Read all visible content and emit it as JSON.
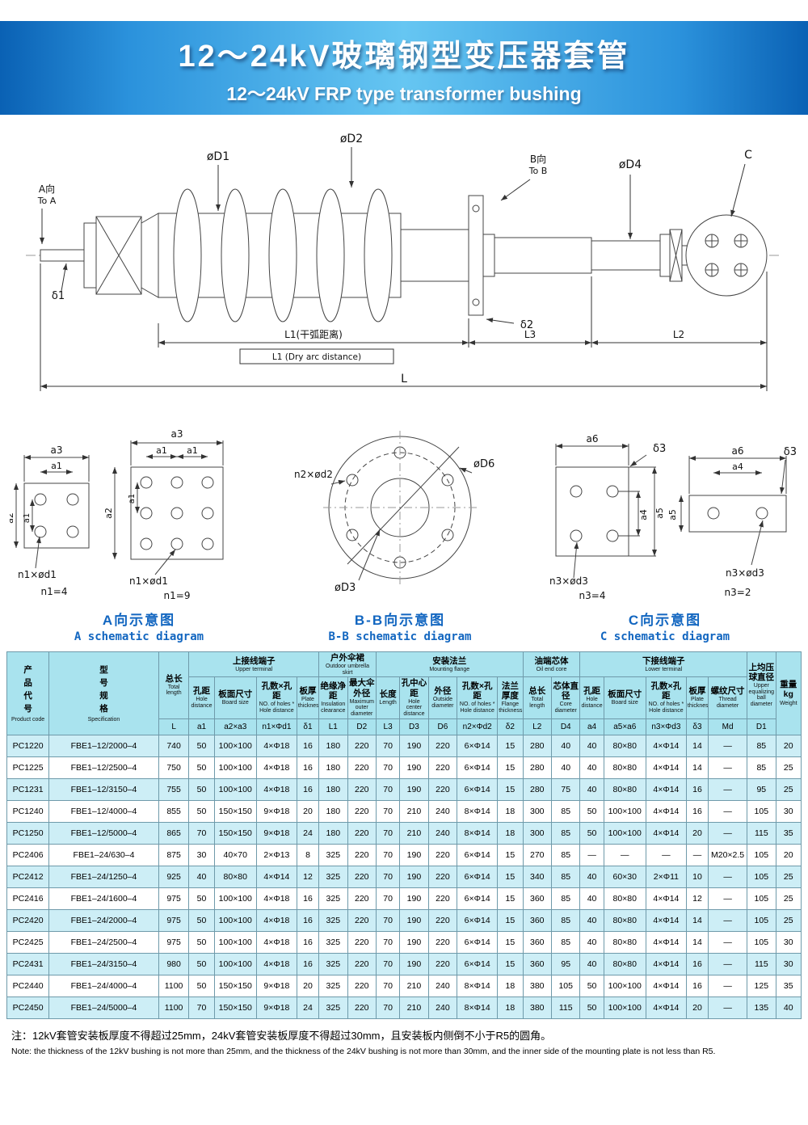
{
  "header": {
    "title_zh": "12～24kV玻璃钢型变压器套管",
    "title_en": "12～24kV FRP type transformer bushing"
  },
  "drawing": {
    "view_a": {
      "dir": "A向",
      "to": "To A"
    },
    "view_b": {
      "dir": "B向",
      "to": "To B"
    },
    "labels": {
      "d1": "øD1",
      "d2": "øD2",
      "d4": "øD4",
      "c": "C",
      "delta1": "δ1",
      "delta2": "δ2",
      "l1_zh": "L1(干弧距离)",
      "l1_en": "L1 (Dry arc distance)",
      "l3": "L3",
      "l2": "L2",
      "l": "L"
    }
  },
  "schematic_a": {
    "labels": {
      "a1": "a1",
      "a2": "a2",
      "a3": "a3",
      "holes": "n1×ød1",
      "count4": "n1=4",
      "count9": "n1=9"
    },
    "caption_zh": "A向示意图",
    "caption_en": "A schematic diagram"
  },
  "schematic_b": {
    "labels": {
      "holes": "n2×ød2",
      "d6": "øD6",
      "d3": "øD3"
    },
    "caption_zh": "B-B向示意图",
    "caption_en": "B-B schematic diagram"
  },
  "schematic_c": {
    "labels": {
      "a4": "a4",
      "a5": "a5",
      "a6": "a6",
      "delta3": "δ3",
      "holes": "n3×ød3",
      "count4": "n3=4",
      "count2": "n3=2"
    },
    "caption_zh": "C向示意图",
    "caption_en": "C schematic diagram"
  },
  "table": {
    "col_product": {
      "zh": "产品代号",
      "en": "Product code"
    },
    "col_spec": {
      "zh": "型号规格",
      "en": "Specification"
    },
    "col_total_length": {
      "zh": "总长",
      "en": "Total length",
      "sym": "L"
    },
    "groups": {
      "upper_terminal": {
        "zh": "上接线端子",
        "en": "Upper terminal"
      },
      "umbrella": {
        "zh": "户外伞裙",
        "en": "Outdoor umbrella skirt"
      },
      "flange": {
        "zh": "安装法兰",
        "en": "Mounting flange"
      },
      "oil_core": {
        "zh": "油端芯体",
        "en": "Oil end core"
      },
      "lower_terminal": {
        "zh": "下接线端子",
        "en": "Lower terminal"
      }
    },
    "subcols": [
      {
        "zh": "孔距",
        "en": "Hole distance",
        "sym": "a1"
      },
      {
        "zh": "板面尺寸",
        "en": "Board size",
        "sym": "a2×a3"
      },
      {
        "zh": "孔数×孔距",
        "en": "NO. of holes * Hole distance",
        "sym": "n1×Φd1"
      },
      {
        "zh": "板厚",
        "en": "Plate thickness",
        "sym": "δ1"
      },
      {
        "zh": "绝缘净距",
        "en": "Insulation clearance",
        "sym": "L1"
      },
      {
        "zh": "最大伞外径",
        "en": "Maximum outer diameter",
        "sym": "D2"
      },
      {
        "zh": "长度",
        "en": "Length",
        "sym": "L3"
      },
      {
        "zh": "孔中心距",
        "en": "Hole center distance",
        "sym": "D3"
      },
      {
        "zh": "外径",
        "en": "Outside diameter",
        "sym": "D6"
      },
      {
        "zh": "孔数×孔距",
        "en": "NO. of holes * Hole distance",
        "sym": "n2×Φd2"
      },
      {
        "zh": "法兰厚度",
        "en": "Flange thickness",
        "sym": "δ2"
      },
      {
        "zh": "总长",
        "en": "Total length",
        "sym": "L2"
      },
      {
        "zh": "芯体直径",
        "en": "Core diameter",
        "sym": "D4"
      },
      {
        "zh": "孔距",
        "en": "Hole distance",
        "sym": "a4"
      },
      {
        "zh": "板面尺寸",
        "en": "Board size",
        "sym": "a5×a6"
      },
      {
        "zh": "孔数×孔距",
        "en": "NO. of holes * Hole distance",
        "sym": "n3×Φd3"
      },
      {
        "zh": "板厚",
        "en": "Plate thickness",
        "sym": "δ3"
      },
      {
        "zh": "螺纹尺寸",
        "en": "Thread diameter",
        "sym": "Md"
      }
    ],
    "col_ball": {
      "zh": "上均压球直径",
      "en": "Upper equalizing ball diameter",
      "sym": "D1"
    },
    "col_weight": {
      "zh": "重量",
      "unit": "kg",
      "en": "Weight"
    },
    "rows": [
      [
        "PC1220",
        "FBE1–12/2000–4",
        "740",
        "50",
        "100×100",
        "4×Φ18",
        "16",
        "180",
        "220",
        "70",
        "190",
        "220",
        "6×Φ14",
        "15",
        "280",
        "40",
        "40",
        "80×80",
        "4×Φ14",
        "14",
        "—",
        "85",
        "20"
      ],
      [
        "PC1225",
        "FBE1–12/2500–4",
        "750",
        "50",
        "100×100",
        "4×Φ18",
        "16",
        "180",
        "220",
        "70",
        "190",
        "220",
        "6×Φ14",
        "15",
        "280",
        "40",
        "40",
        "80×80",
        "4×Φ14",
        "14",
        "—",
        "85",
        "25"
      ],
      [
        "PC1231",
        "FBE1–12/3150–4",
        "755",
        "50",
        "100×100",
        "4×Φ18",
        "16",
        "180",
        "220",
        "70",
        "190",
        "220",
        "6×Φ14",
        "15",
        "280",
        "75",
        "40",
        "80×80",
        "4×Φ14",
        "16",
        "—",
        "95",
        "25"
      ],
      [
        "PC1240",
        "FBE1–12/4000–4",
        "855",
        "50",
        "150×150",
        "9×Φ18",
        "20",
        "180",
        "220",
        "70",
        "210",
        "240",
        "8×Φ14",
        "18",
        "300",
        "85",
        "50",
        "100×100",
        "4×Φ14",
        "16",
        "—",
        "105",
        "30"
      ],
      [
        "PC1250",
        "FBE1–12/5000–4",
        "865",
        "70",
        "150×150",
        "9×Φ18",
        "24",
        "180",
        "220",
        "70",
        "210",
        "240",
        "8×Φ14",
        "18",
        "300",
        "85",
        "50",
        "100×100",
        "4×Φ14",
        "20",
        "—",
        "115",
        "35"
      ],
      [
        "PC2406",
        "FBE1–24/630–4",
        "875",
        "30",
        "40×70",
        "2×Φ13",
        "8",
        "325",
        "220",
        "70",
        "190",
        "220",
        "6×Φ14",
        "15",
        "270",
        "85",
        "—",
        "—",
        "—",
        "—",
        "M20×2.5",
        "105",
        "20"
      ],
      [
        "PC2412",
        "FBE1–24/1250–4",
        "925",
        "40",
        "80×80",
        "4×Φ14",
        "12",
        "325",
        "220",
        "70",
        "190",
        "220",
        "6×Φ14",
        "15",
        "340",
        "85",
        "40",
        "60×30",
        "2×Φ11",
        "10",
        "—",
        "105",
        "25"
      ],
      [
        "PC2416",
        "FBE1–24/1600–4",
        "975",
        "50",
        "100×100",
        "4×Φ18",
        "16",
        "325",
        "220",
        "70",
        "190",
        "220",
        "6×Φ14",
        "15",
        "360",
        "85",
        "40",
        "80×80",
        "4×Φ14",
        "12",
        "—",
        "105",
        "25"
      ],
      [
        "PC2420",
        "FBE1–24/2000–4",
        "975",
        "50",
        "100×100",
        "4×Φ18",
        "16",
        "325",
        "220",
        "70",
        "190",
        "220",
        "6×Φ14",
        "15",
        "360",
        "85",
        "40",
        "80×80",
        "4×Φ14",
        "14",
        "—",
        "105",
        "25"
      ],
      [
        "PC2425",
        "FBE1–24/2500–4",
        "975",
        "50",
        "100×100",
        "4×Φ18",
        "16",
        "325",
        "220",
        "70",
        "190",
        "220",
        "6×Φ14",
        "15",
        "360",
        "85",
        "40",
        "80×80",
        "4×Φ14",
        "14",
        "—",
        "105",
        "30"
      ],
      [
        "PC2431",
        "FBE1–24/3150–4",
        "980",
        "50",
        "100×100",
        "4×Φ18",
        "16",
        "325",
        "220",
        "70",
        "190",
        "220",
        "6×Φ14",
        "15",
        "360",
        "95",
        "40",
        "80×80",
        "4×Φ14",
        "16",
        "—",
        "115",
        "30"
      ],
      [
        "PC2440",
        "FBE1–24/4000–4",
        "1100",
        "50",
        "150×150",
        "9×Φ18",
        "20",
        "325",
        "220",
        "70",
        "210",
        "240",
        "8×Φ14",
        "18",
        "380",
        "105",
        "50",
        "100×100",
        "4×Φ14",
        "16",
        "—",
        "125",
        "35"
      ],
      [
        "PC2450",
        "FBE1–24/5000–4",
        "1100",
        "70",
        "150×150",
        "9×Φ18",
        "24",
        "325",
        "220",
        "70",
        "210",
        "240",
        "8×Φ14",
        "18",
        "380",
        "115",
        "50",
        "100×100",
        "4×Φ14",
        "20",
        "—",
        "135",
        "40"
      ]
    ]
  },
  "notes": {
    "zh": "注：12kV套管安装板厚度不得超过25mm，24kV套管安装板厚度不得超过30mm，且安装板内侧倒不小于R5的圆角。",
    "en": "Note: the thickness of the 12kV bushing is not more than 25mm, and the thickness of the 24kV bushing is not more than 30mm, and the inner side of the mounting plate is not less than R5."
  }
}
